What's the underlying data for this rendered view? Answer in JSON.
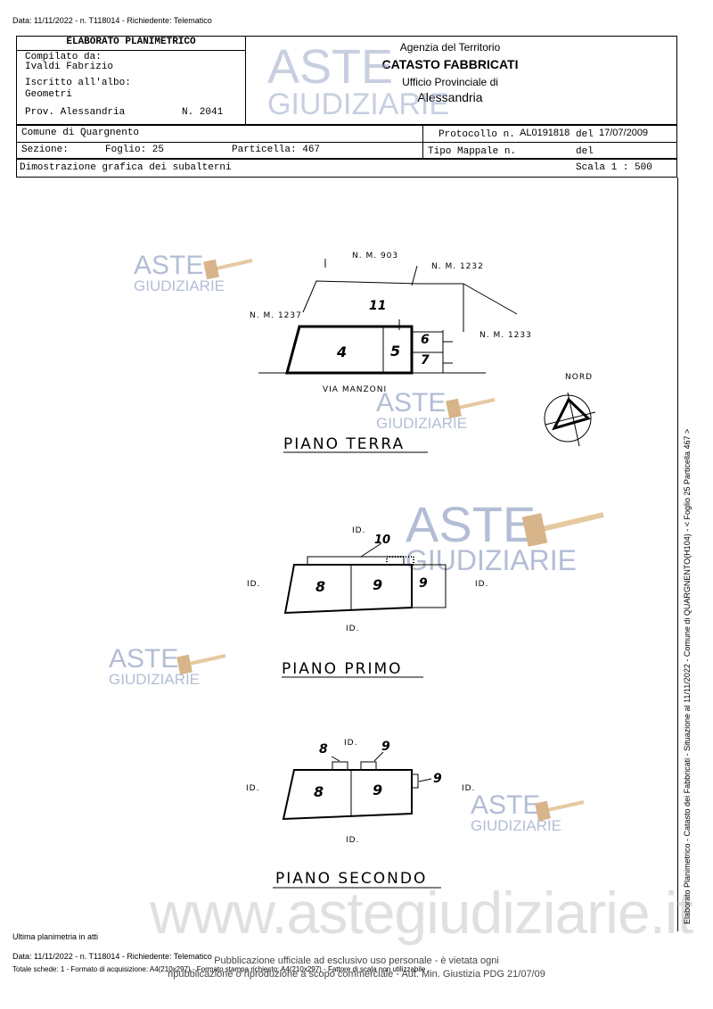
{
  "top_line": "Data: 11/11/2022 - n. T118014 - Richiedente: Telematico",
  "header": {
    "title": "ELABORATO PLANIMETRICO",
    "compilato_label": "Compilato da:",
    "compilato_name": "Ivaldi Fabrizio",
    "iscritto_label": "Iscritto all'albo:",
    "iscritto_value": "Geometri",
    "prov": "Prov. Alessandria",
    "num": "N.  2041",
    "agency_1": "Agenzia del Territorio",
    "agency_2": "CATASTO FABBRICATI",
    "agency_3": "Ufficio Provinciale di",
    "agency_4": "Alessandria"
  },
  "info": {
    "comune": "Comune di Quargnento",
    "sezione_label": "Sezione:",
    "foglio": "Foglio: 25",
    "particella": "Particella: 467",
    "protocollo_label": "Protocollo n.",
    "protocollo_value": "AL0191818",
    "del_label": "del",
    "del_value": "17/07/2009",
    "tipo_mappale": "Tipo Mappale n.",
    "del2": "del",
    "dimostrazione": "Dimostrazione grafica dei subalterni",
    "scala": "Scala 1 : 500"
  },
  "plan_terra": {
    "nm903": "N. M. 903",
    "nm1232": "N. M. 1232",
    "nm1237": "N. M. 1237",
    "nm1233": "N. M. 1233",
    "sub11": "11",
    "sub4": "4",
    "sub5": "5",
    "sub6": "6",
    "sub7": "7",
    "via": "VIA   MANZONI",
    "nord": "NORD",
    "title": "PIANO   TERRA"
  },
  "plan_primo": {
    "id_top": "ID.",
    "id_left": "ID.",
    "id_right": "ID.",
    "id_bottom": "ID.",
    "sub10": "10",
    "sub8": "8",
    "sub9a": "9",
    "sub9b": "9",
    "title": "PIANO   PRIMO"
  },
  "plan_secondo": {
    "id_top": "ID.",
    "id_left": "ID.",
    "id_right": "ID.",
    "id_bottom": "ID.",
    "sub8_arrow": "8",
    "sub9_arrow": "9",
    "sub9_right": "9",
    "sub8": "8",
    "sub9": "9",
    "title": "PIANO   SECONDO"
  },
  "watermarks": {
    "aste": "ASTE",
    "giudiziarie": "GIUDIZIARIE",
    "site": "www.astegiudiziarie.it"
  },
  "footer": {
    "ultima": "Ultima planimetria in atti",
    "line1": "Data: 11/11/2022 - n. T118014 - Richiedente: Telematico",
    "line2": "Totale schede: 1 - Formato di acquisizione: A4(210x297) - Formato stampa richiesto: A4(210x297) - Fattore di scala non utilizzabile",
    "pub1": "Pubblicazione ufficiale ad esclusivo uso personale - è vietata ogni",
    "pub2": "ripubblicazione o riproduzione a scopo commerciale - Aut. Min. Giustizia PDG 21/07/09"
  },
  "side_text": "Elaborato Planimetrico - Catasto dei Fabbricati - Situazione al 11/11/2022 - Comune di QUARGNENTO(H104) - < Foglio 25 Particella 467 >"
}
